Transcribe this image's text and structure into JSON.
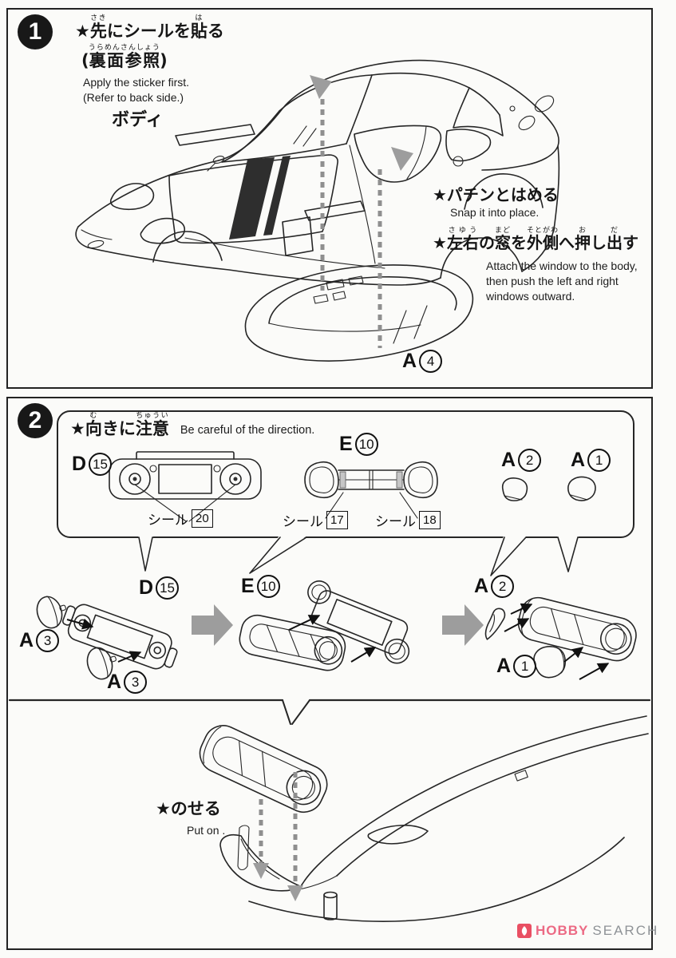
{
  "step1": {
    "number": "1",
    "apply": {
      "star": "★",
      "seg1_base": "先",
      "seg1_ruby": "さき",
      "seg2": "にシールを",
      "seg3_base": "貼",
      "seg3_ruby": "は",
      "seg4": "る",
      "paren_open": "(",
      "ref_base": "裏面参照",
      "ref_ruby": "うらめんさんしょう",
      "paren_close": ")",
      "en1": "Apply the sticker first.",
      "en2": "(Refer to back side.)"
    },
    "body_label": "ボディ",
    "snap": {
      "jp": "★パチンとはめる",
      "en": "Snap it into place."
    },
    "push": {
      "star": "★",
      "s1_base": "左右",
      "s1_ruby": "さゆう",
      "s2": "の",
      "s3_base": "窓",
      "s3_ruby": "まど",
      "s4": "を",
      "s5_base": "外側",
      "s5_ruby": "そとがわ",
      "s6": "へ",
      "s7_base": "押",
      "s7_ruby": "お",
      "s8": "し",
      "s9_base": "出",
      "s9_ruby": "だ",
      "s10": "す",
      "en1": "Attach the window to the body,",
      "en2": "then push the left and right",
      "en3": "windows outward."
    },
    "window_part": {
      "letter": "A",
      "num": "4"
    }
  },
  "step2": {
    "number": "2",
    "direction": {
      "star": "★",
      "s1_base": "向",
      "s1_ruby": "む",
      "s2": "きに",
      "s3_base": "注意",
      "s3_ruby": "ちゅうい",
      "en": "Be careful of the direction."
    },
    "preview": {
      "d15": {
        "letter": "D",
        "num": "15"
      },
      "e10": {
        "letter": "E",
        "num": "10"
      },
      "a2": {
        "letter": "A",
        "num": "2"
      },
      "a1": {
        "letter": "A",
        "num": "1"
      },
      "sticker20": {
        "label": "シール",
        "num": "20"
      },
      "sticker17": {
        "label": "シール",
        "num": "17"
      },
      "sticker18": {
        "label": "シール",
        "num": "18"
      }
    },
    "asm": {
      "a3_top": {
        "letter": "A",
        "num": "3"
      },
      "a3_bottom": {
        "letter": "A",
        "num": "3"
      },
      "d15": {
        "letter": "D",
        "num": "15"
      },
      "e10": {
        "letter": "E",
        "num": "10"
      },
      "a2": {
        "letter": "A",
        "num": "2"
      },
      "a1": {
        "letter": "A",
        "num": "1"
      }
    },
    "puton": {
      "jp": "★のせる",
      "en": "Put on ."
    }
  },
  "watermark": {
    "hobby": "HOBBY",
    "search": "SEARCH",
    "pink": "#e94f63",
    "gray": "#8e9296"
  }
}
